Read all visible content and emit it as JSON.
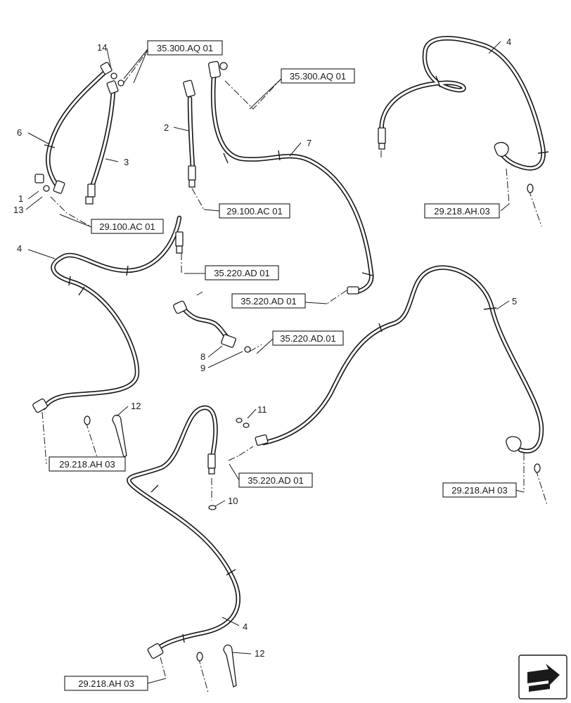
{
  "part_refs": {
    "r1": "35.300.AQ 01",
    "r2": "35.300.AQ 01",
    "r3": "29.100.AC 01",
    "r4": "29.100.AC 01",
    "r5": "35.220.AD 01",
    "r6": "35.220.AD 01",
    "r7": "35.220.AD.01",
    "r8": "35.220.AD 01",
    "r9": "29.218.AH.03",
    "r10": "29.218.AH 03",
    "r11": "29.218.AH 03",
    "r12": "29.218.AH 03"
  },
  "callouts": {
    "c14": "14",
    "c6": "6",
    "c3": "3",
    "c2": "2",
    "c7": "7",
    "c4a": "4",
    "c4b": "4",
    "c4c": "4",
    "c1": "1",
    "c13": "13",
    "c5": "5",
    "c8": "8",
    "c9": "9",
    "c12a": "12",
    "c12b": "12",
    "c11": "11",
    "c10": "10"
  },
  "icons": {
    "navigation": "next-page-arrow-icon"
  }
}
